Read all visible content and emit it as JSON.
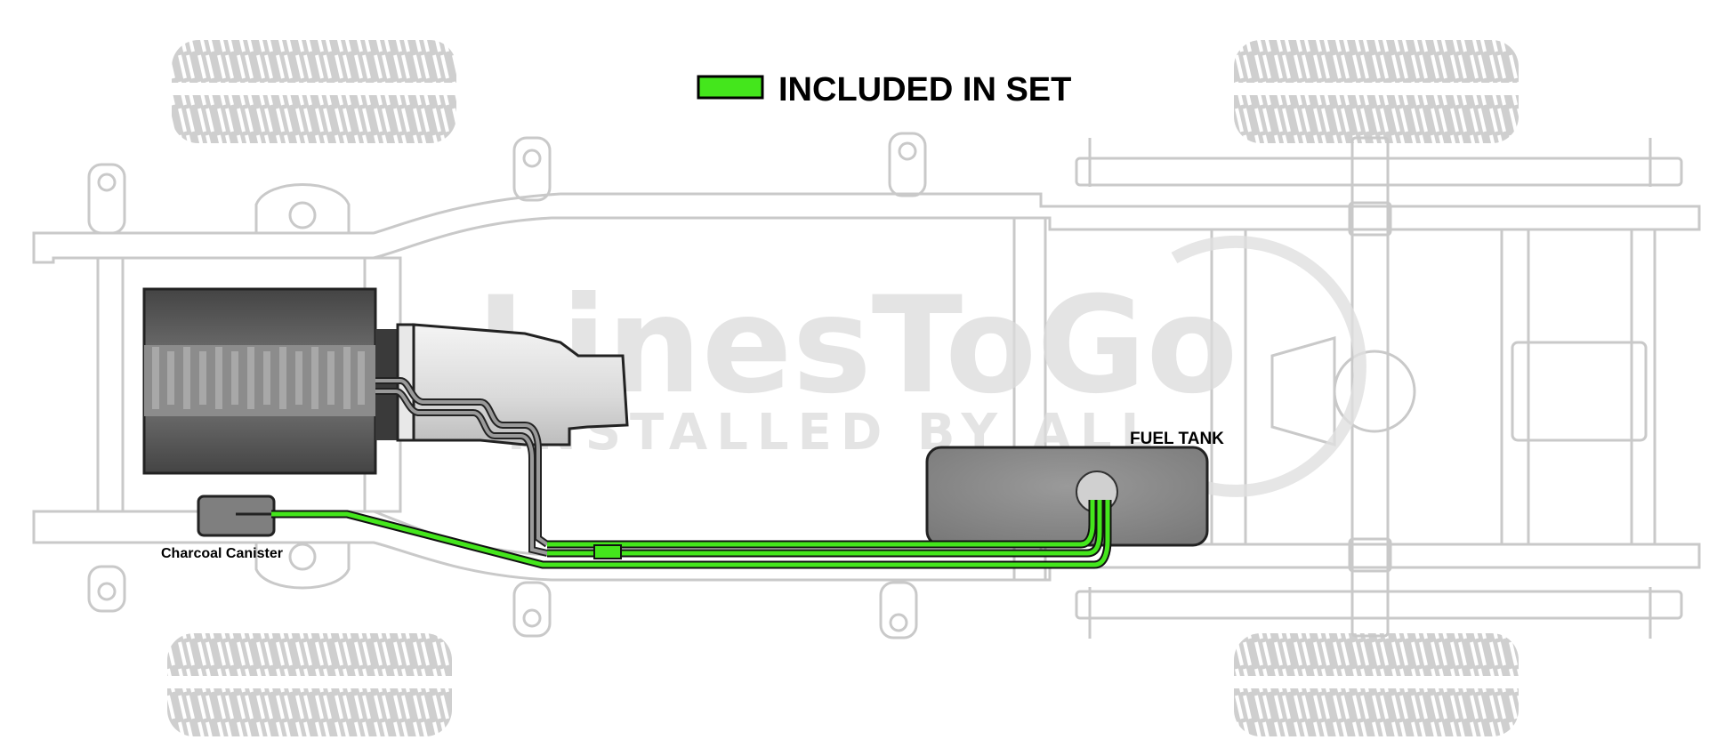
{
  "legend": {
    "label": "INCLUDED IN SET",
    "color": "#44e61c"
  },
  "labels": {
    "fuel_tank": "FUEL TANK",
    "charcoal_canister": "Charcoal Canister"
  },
  "watermark": {
    "brand": "LinesToGo",
    "tagline": "INSTALLED BY ALL"
  },
  "colors": {
    "included_line": "#44e61c",
    "stock_line": "#9a9a9a",
    "frame": "#c9c9c9",
    "tank": "#8a8a8a",
    "engine": "#6f6f6f"
  },
  "icons": [
    "tire-icon",
    "engine-icon",
    "transmission-icon",
    "fuel-tank-icon",
    "charcoal-canister-icon",
    "fuel-filter-icon",
    "frame-icon"
  ]
}
